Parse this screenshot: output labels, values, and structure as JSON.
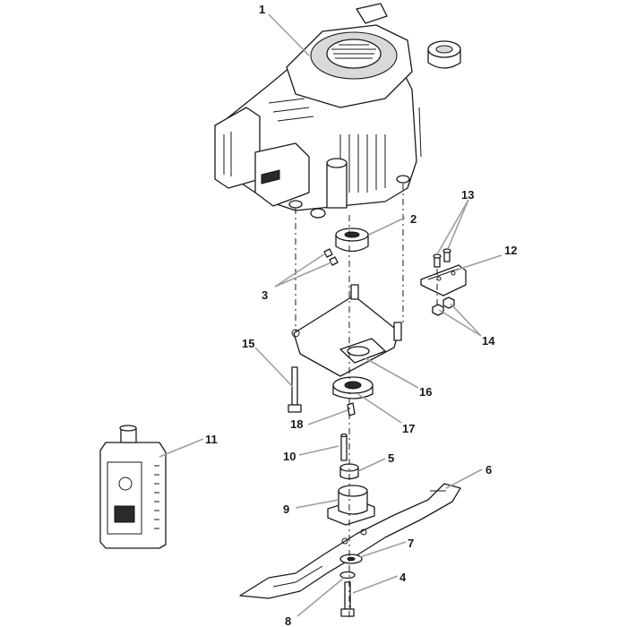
{
  "callouts": {
    "c1": "1",
    "c2": "2",
    "c3": "3",
    "c4": "4",
    "c5": "5",
    "c6": "6",
    "c7": "7",
    "c8": "8",
    "c9": "9",
    "c10": "10",
    "c11": "11",
    "c12": "12",
    "c13": "13",
    "c14": "14",
    "c15": "15",
    "c16": "16",
    "c17": "17",
    "c18": "18"
  },
  "colors": {
    "line": "#1a1a1a",
    "leader": "#9e9e9e",
    "background": "#ffffff"
  },
  "icons": {
    "engine": "engine-icon",
    "oil_bottle": "oil-bottle-icon",
    "blade": "mower-blade-icon",
    "fuel_cap": "fuel-cap-icon"
  }
}
